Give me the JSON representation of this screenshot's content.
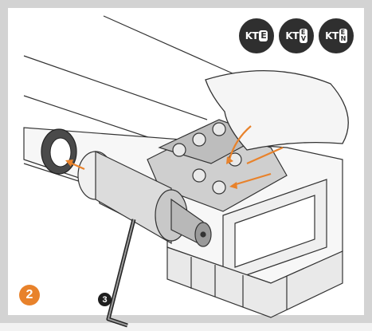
{
  "step": {
    "number": "2"
  },
  "badges": [
    {
      "letters": "KT",
      "mark": "E"
    },
    {
      "letters": "KT",
      "mark_top": "E",
      "mark_bottom": "V"
    },
    {
      "letters": "KT",
      "mark_top": "E",
      "mark_bottom": "N"
    }
  ],
  "tool": {
    "size_label": "3"
  },
  "colors": {
    "accent_orange": "#e8822b",
    "badge_dark": "#2f2f2f",
    "frame_gray": "#d3d3d3"
  }
}
